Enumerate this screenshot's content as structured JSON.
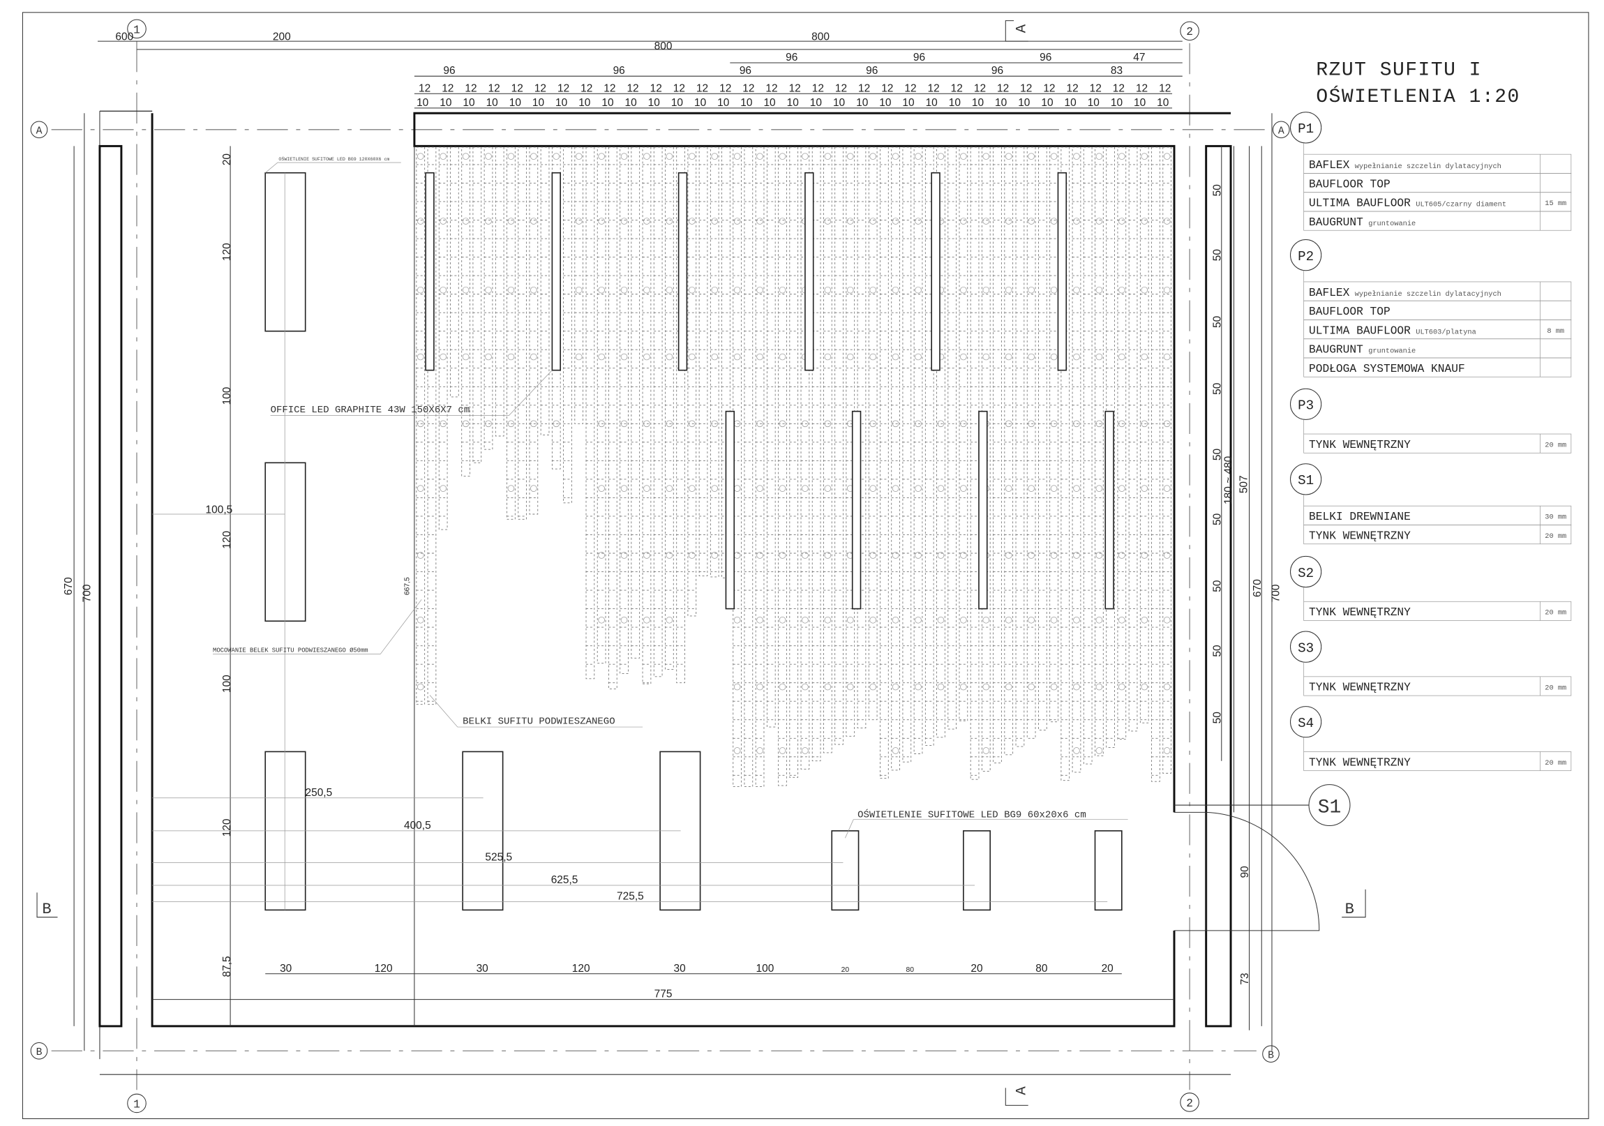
{
  "title": {
    "line1": "RZUT SUFITU I",
    "line2": "OŚWIETLENIA  1:20"
  },
  "axes": {
    "a": "A",
    "b": "B",
    "one": "1",
    "two": "2"
  },
  "top_dims": {
    "d600": "600",
    "d200": "200",
    "d800a": "800",
    "d800b": "800",
    "row2": [
      "96",
      "96",
      "96",
      "47"
    ],
    "row3": [
      "96",
      "96",
      "96",
      "96",
      "96",
      "83"
    ],
    "spacing_a": "12",
    "spacing_b": "10"
  },
  "left_dims": {
    "v670": "670",
    "v700": "700",
    "col": [
      "20",
      "120",
      "100",
      "120",
      "100",
      "120",
      "87,5"
    ],
    "h100_5": "100,5",
    "v667_5": "667,5"
  },
  "right_dims": {
    "v50": "50",
    "v180_480": "180 ~ 480",
    "v507": "507",
    "v670": "670",
    "v700": "700",
    "v90": "90",
    "v73": "73"
  },
  "offsets": [
    "250,5",
    "400,5",
    "525,5",
    "625,5",
    "725,5"
  ],
  "bottom_dims": {
    "row": [
      "30",
      "120",
      "30",
      "120",
      "30",
      "100",
      "20",
      "80",
      "20",
      "80",
      "20"
    ],
    "total": "775"
  },
  "notes": {
    "led_large": "OŚWIETLENIE SUFITOWE LED BG9 120X60X6 cm",
    "office_led": "OFFICE LED GRAPHITE 43W 150X6X7 cm",
    "mounting": "MOCOWANIE BELEK SUFITU PODWIESZANEGO Ø50mm",
    "beams": "BELKI SUFITU PODWIESZANEGO",
    "led_small": "OŚWIETLENIE SUFITOWE LED BG9 60x20x6 cm"
  },
  "legend": [
    {
      "tag": "P1",
      "rows": [
        {
          "name": "BAFLEX",
          "desc": "wypełnianie szczelin dylatacyjnych",
          "thk": ""
        },
        {
          "name": "BAUFLOOR TOP",
          "desc": "",
          "thk": ""
        },
        {
          "name": "ULTIMA BAUFLOOR",
          "desc": "ULT605/czarny diament",
          "thk": "15 mm"
        },
        {
          "name": "BAUGRUNT",
          "desc": "gruntowanie",
          "thk": ""
        }
      ]
    },
    {
      "tag": "P2",
      "rows": [
        {
          "name": "BAFLEX",
          "desc": "wypełnianie szczelin dylatacyjnych",
          "thk": ""
        },
        {
          "name": "BAUFLOOR TOP",
          "desc": "",
          "thk": ""
        },
        {
          "name": "ULTIMA BAUFLOOR",
          "desc": "ULT603/platyna",
          "thk": "8 mm"
        },
        {
          "name": "BAUGRUNT",
          "desc": "gruntowanie",
          "thk": ""
        },
        {
          "name": "PODŁOGA SYSTEMOWA KNAUF",
          "desc": "",
          "thk": ""
        }
      ]
    },
    {
      "tag": "P3",
      "rows": [
        {
          "name": "TYNK WEWNĘTRZNY",
          "desc": "",
          "thk": "20 mm"
        }
      ]
    },
    {
      "tag": "S1",
      "rows": [
        {
          "name": "BELKI DREWNIANE",
          "desc": "",
          "thk": "30 mm"
        },
        {
          "name": "TYNK WEWNĘTRZNY",
          "desc": "",
          "thk": "20 mm"
        }
      ]
    },
    {
      "tag": "S2",
      "rows": [
        {
          "name": "TYNK WEWNĘTRZNY",
          "desc": "",
          "thk": "20 mm"
        }
      ]
    },
    {
      "tag": "S3",
      "rows": [
        {
          "name": "TYNK WEWNĘTRZNY",
          "desc": "",
          "thk": "20 mm"
        }
      ]
    },
    {
      "tag": "S4",
      "rows": [
        {
          "name": "TYNK WEWNĘTRZNY",
          "desc": "",
          "thk": "20 mm"
        }
      ]
    }
  ],
  "wall_tag": "S1"
}
